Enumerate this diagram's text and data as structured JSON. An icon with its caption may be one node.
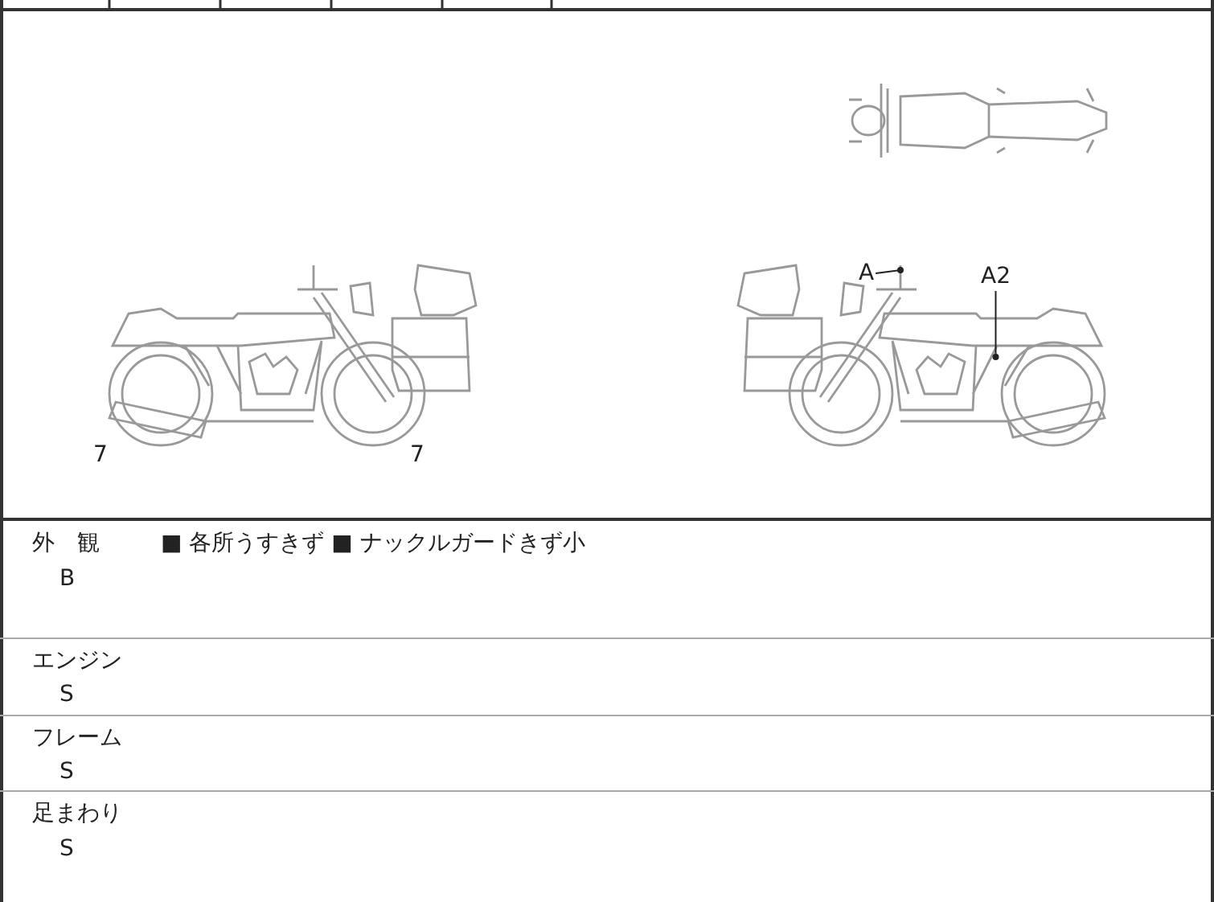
{
  "diagram": {
    "nodes": [
      {
        "text": [
          "A"
        ]
      },
      {
        "text": [
          "A2"
        ]
      }
    ],
    "edges": [
      {
        "from": 0,
        "to": null,
        "arrow": "other"
      },
      {
        "from": 1,
        "to": null,
        "arrow": "other"
      }
    ],
    "labels": [
      "7",
      "7",
      "外　観",
      "■ 各所うすきず ■ ナックルガードきず小",
      "B",
      "エンジン",
      "S",
      "フレーム",
      "S",
      "足まわり",
      "S"
    ]
  }
}
